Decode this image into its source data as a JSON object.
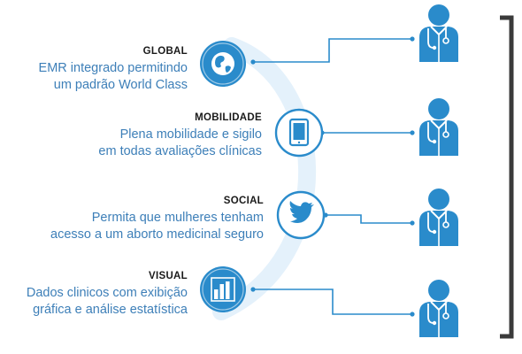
{
  "colors": {
    "accent": "#2a8bcb",
    "arc": "#e4f1fb",
    "text_blue": "#3d7fb8",
    "title": "#1a1a1a",
    "bracket": "#3a3a3a"
  },
  "rows": [
    {
      "title": "GLOBAL",
      "line1": "EMR integrado permitindo",
      "line2": "um padrão World Class",
      "icon": "globe-icon"
    },
    {
      "title": "MOBILIDADE",
      "line1": "Plena mobilidade e sigilo",
      "line2": "em todas avaliações clínicas",
      "icon": "tablet-icon"
    },
    {
      "title": "SOCIAL",
      "line1": "Permita que mulheres tenham",
      "line2": "acesso a um aborto medicinal seguro",
      "icon": "twitter-bird-icon"
    },
    {
      "title": "VISUAL",
      "line1": "Dados clinicos com exibição",
      "line2": "gráfica e análise estatística",
      "icon": "bar-chart-icon"
    }
  ],
  "doctor_icon": "doctor-icon"
}
